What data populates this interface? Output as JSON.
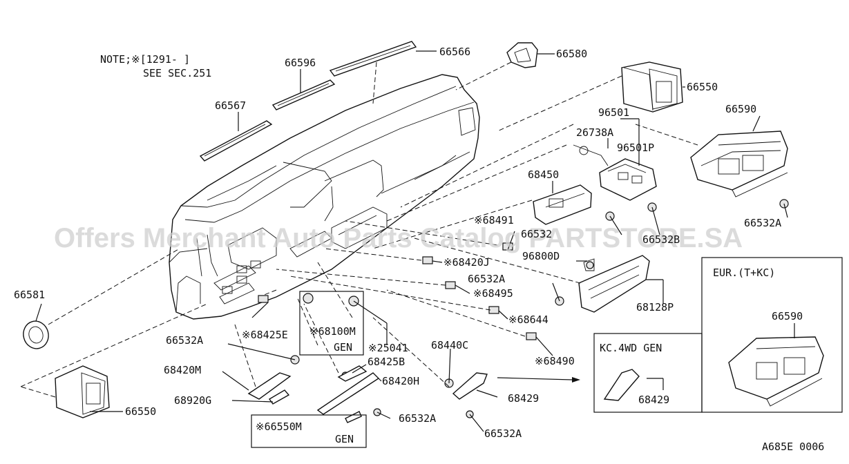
{
  "note": {
    "line1": "NOTE;※[1291-   ]",
    "line2": "SEE SEC.251"
  },
  "watermark": "Offers Merchant Auto Parts Catalog PARTSTORE.SA",
  "diagram_code": "A685E 0006",
  "boxes": {
    "eur_title": "EUR.(T+KC)",
    "eur_part": "66590",
    "kc4wd_title": "KC.4WD  GEN",
    "kc4wd_part": "68429",
    "m68100_label": "※68100M",
    "m68100_gen": "GEN",
    "m66550_label": "※66550M",
    "m66550_gen": "GEN"
  },
  "labels": {
    "p66566": "66566",
    "p66580": "66580",
    "p66596": "66596",
    "p66550_top": "66550",
    "p66567": "66567",
    "p96501": "96501",
    "p66590": "66590",
    "p26738a": "26738A",
    "p96501p": "96501P",
    "p68450": "68450",
    "p66532a_r": "66532A",
    "p68491": "※68491",
    "p66532_mid": "66532",
    "p66532b": "66532B",
    "p68420j": "※68420J",
    "p96800d": "96800D",
    "p66581": "66581",
    "p66532a_m": "66532A",
    "p68495": "※68495",
    "p68128p": "68128P",
    "p68644": "※68644",
    "p68425e": "※68425E",
    "p66532a_l": "66532A",
    "p25041": "※25041",
    "p68440c": "68440C",
    "p68490": "※68490",
    "p68425b": "68425B",
    "p68420m": "68420M",
    "p68420h": "68420H",
    "p68920g": "68920G",
    "p68429": "68429",
    "p66550_bot": "66550",
    "p66532a_b1": "66532A",
    "p66532a_b2": "66532A"
  }
}
